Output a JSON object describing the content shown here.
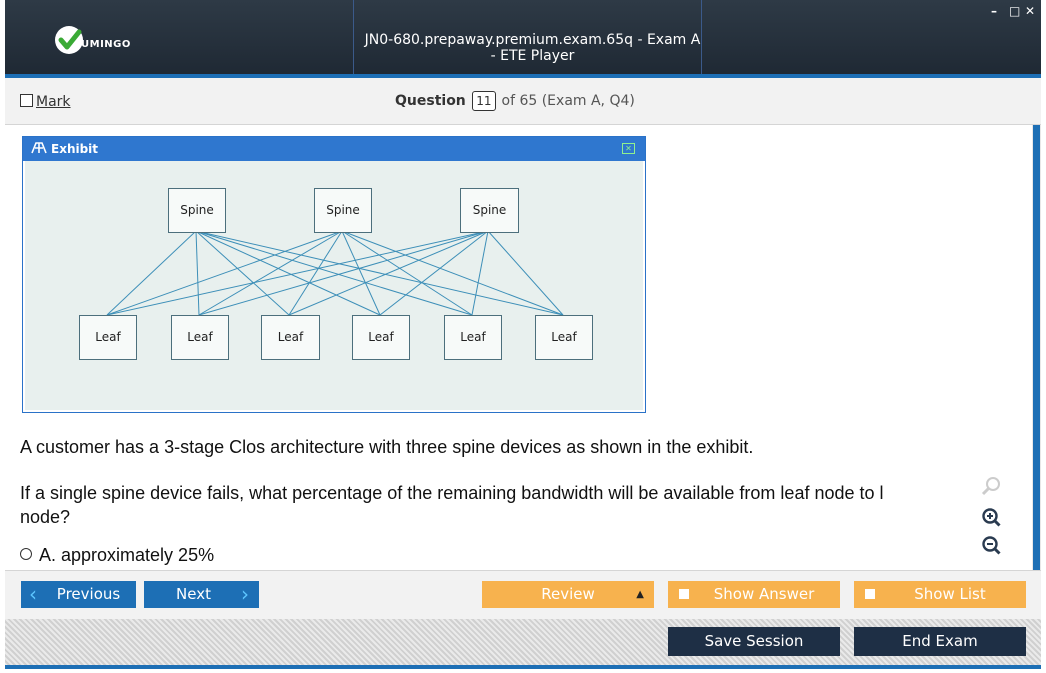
{
  "titlebar": {
    "logo_text": "UMINGO",
    "window_title": "JN0-680.prepaway.premium.exam.65q - Exam A - ETE Player",
    "minimize": "–",
    "maximize": "□",
    "close": "✕"
  },
  "header": {
    "mark_label": "Mark",
    "question_label": "Question",
    "question_number": "11",
    "of_text": "of 65 (Exam A, Q4)"
  },
  "exhibit": {
    "title": "Exhibit",
    "spines": [
      "Spine",
      "Spine",
      "Spine"
    ],
    "leaves": [
      "Leaf",
      "Leaf",
      "Leaf",
      "Leaf",
      "Leaf",
      "Leaf"
    ]
  },
  "question": {
    "line1": "A customer has a 3-stage Clos architecture with three spine devices as shown in the exhibit.",
    "line2a": "If a single spine device fails, what percentage of the remaining bandwidth will be available from leaf node to l",
    "line2b": "node?"
  },
  "answers": [
    {
      "label": "A. approximately 25%"
    }
  ],
  "zoom_icons": [
    "magnifier-icon",
    "zoom-in-icon",
    "zoom-out-icon"
  ],
  "buttons": {
    "previous": "Previous",
    "next": "Next",
    "review": "Review",
    "show_answer": "Show Answer",
    "show_list": "Show List",
    "save_session": "Save Session",
    "end_exam": "End Exam"
  },
  "colors": {
    "titlebar": "#26313c",
    "accent_blue": "#1d6fb5",
    "orange": "#f7b24e",
    "navy": "#1e2f45"
  }
}
